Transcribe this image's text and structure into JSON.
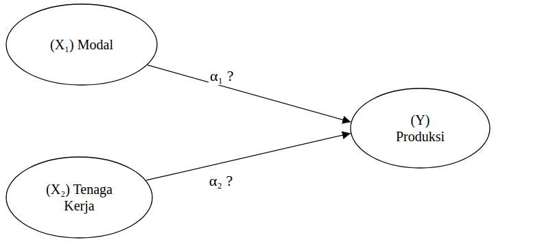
{
  "diagram": {
    "nodes": [
      {
        "text": [
          "(X₁) Modal"
        ]
      },
      {
        "text": [
          "(X₂) Tenaga Kerja"
        ]
      },
      {
        "text": [
          "(Y) Produksi"
        ]
      }
    ],
    "edges": [
      {
        "from": 0,
        "to": 2,
        "arrow": "to",
        "label": "α₁ ?"
      },
      {
        "from": 1,
        "to": 2,
        "arrow": "to",
        "label": "α₂ ?"
      }
    ]
  }
}
